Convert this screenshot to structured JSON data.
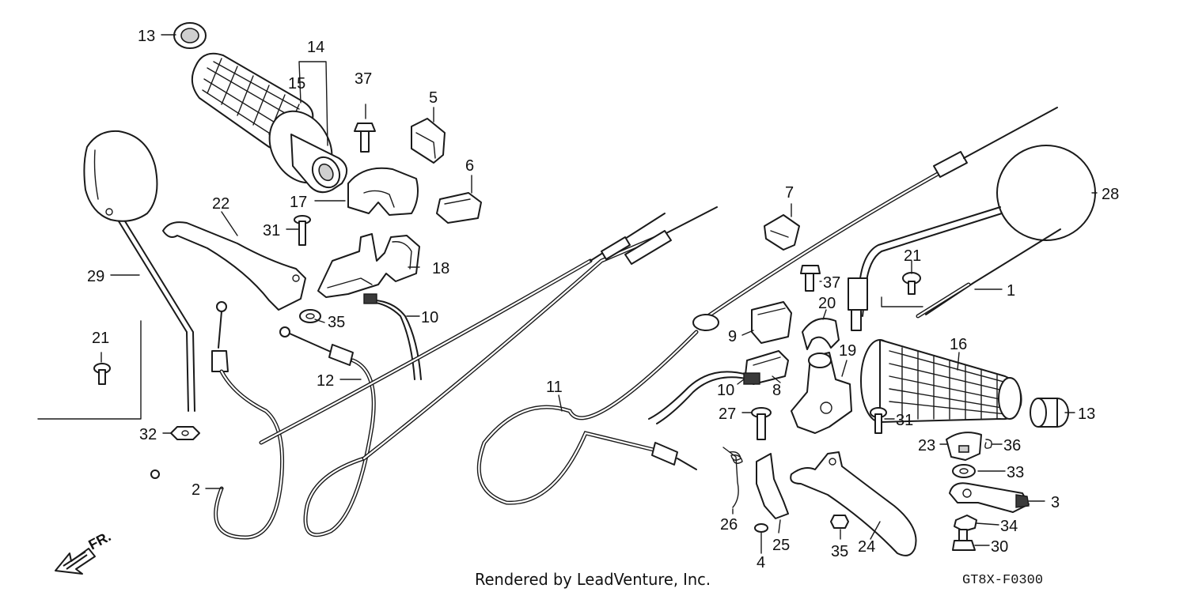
{
  "callouts": {
    "c13a": "13",
    "c14": "14",
    "c15": "15",
    "c37a": "37",
    "c5": "5",
    "c6": "6",
    "c17": "17",
    "c22": "22",
    "c31a": "31",
    "c29": "29",
    "c18": "18",
    "c35a": "35",
    "c10a": "10",
    "c21a": "21",
    "c12": "12",
    "c32": "32",
    "c2": "2",
    "c7": "7",
    "c28": "28",
    "c21b": "21",
    "c1": "1",
    "c37b": "37",
    "c20": "20",
    "c9": "9",
    "c16": "16",
    "c19": "19",
    "c8": "8",
    "c10b": "10",
    "c11": "11",
    "c27": "27",
    "c31b": "31",
    "c13b": "13",
    "c23": "23",
    "c36": "36",
    "c33": "33",
    "c3": "3",
    "c26": "26",
    "c25": "25",
    "c35b": "35",
    "c24": "24",
    "c34": "34",
    "c30": "30",
    "c4": "4"
  },
  "direction_label": "FR.",
  "footer_text": "Rendered by LeadVenture, Inc.",
  "diagram_code": "GT8X-F0300"
}
